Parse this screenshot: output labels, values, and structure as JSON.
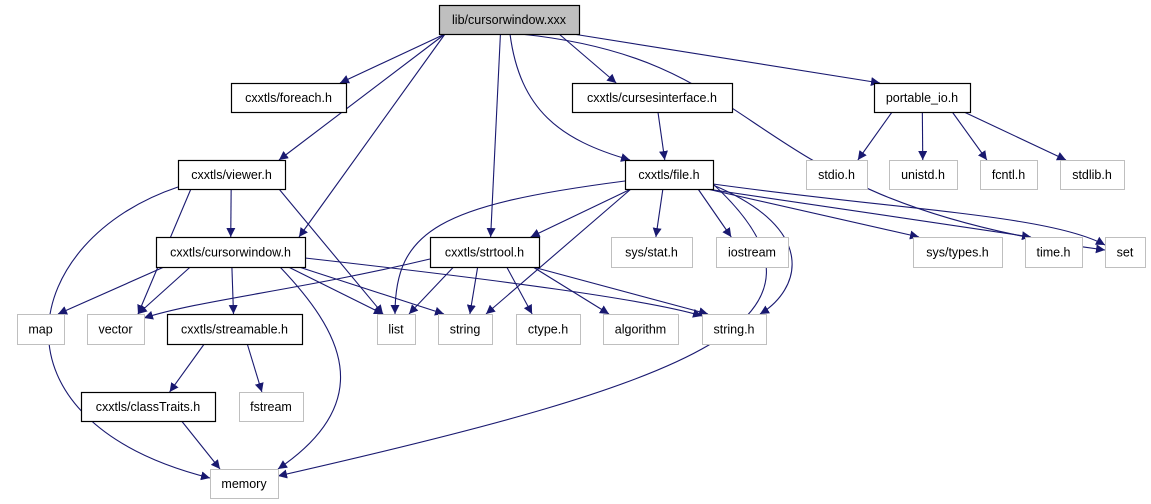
{
  "graph": {
    "edge_color": "#191970",
    "root_fill": "#bfbfbf",
    "external_border": "#bfbfbf",
    "documented_border": "#000000",
    "nodes": [
      {
        "id": "root",
        "label": "lib/cursorwindow.xxx",
        "kind": "root"
      },
      {
        "id": "foreach",
        "label": "cxxtls/foreach.h",
        "kind": "documented"
      },
      {
        "id": "cursesinterface",
        "label": "cxxtls/cursesinterface.h",
        "kind": "documented"
      },
      {
        "id": "portable_io",
        "label": "portable_io.h",
        "kind": "documented"
      },
      {
        "id": "viewer",
        "label": "cxxtls/viewer.h",
        "kind": "documented"
      },
      {
        "id": "file",
        "label": "cxxtls/file.h",
        "kind": "documented"
      },
      {
        "id": "stdio",
        "label": "stdio.h",
        "kind": "external"
      },
      {
        "id": "unistd",
        "label": "unistd.h",
        "kind": "external"
      },
      {
        "id": "fcntl",
        "label": "fcntl.h",
        "kind": "external"
      },
      {
        "id": "stdlib",
        "label": "stdlib.h",
        "kind": "external"
      },
      {
        "id": "cursorwindow_h",
        "label": "cxxtls/cursorwindow.h",
        "kind": "documented"
      },
      {
        "id": "strtool",
        "label": "cxxtls/strtool.h",
        "kind": "documented"
      },
      {
        "id": "sys_stat",
        "label": "sys/stat.h",
        "kind": "external"
      },
      {
        "id": "iostream",
        "label": "iostream",
        "kind": "external"
      },
      {
        "id": "sys_types",
        "label": "sys/types.h",
        "kind": "external"
      },
      {
        "id": "time_h",
        "label": "time.h",
        "kind": "external"
      },
      {
        "id": "set",
        "label": "set",
        "kind": "external"
      },
      {
        "id": "map",
        "label": "map",
        "kind": "external"
      },
      {
        "id": "vector",
        "label": "vector",
        "kind": "external"
      },
      {
        "id": "streamable",
        "label": "cxxtls/streamable.h",
        "kind": "documented"
      },
      {
        "id": "list",
        "label": "list",
        "kind": "external"
      },
      {
        "id": "string",
        "label": "string",
        "kind": "external"
      },
      {
        "id": "ctype",
        "label": "ctype.h",
        "kind": "external"
      },
      {
        "id": "algorithm",
        "label": "algorithm",
        "kind": "external"
      },
      {
        "id": "string_h",
        "label": "string.h",
        "kind": "external"
      },
      {
        "id": "classTraits",
        "label": "cxxtls/classTraits.h",
        "kind": "documented"
      },
      {
        "id": "fstream",
        "label": "fstream",
        "kind": "external"
      },
      {
        "id": "memory",
        "label": "memory",
        "kind": "external"
      }
    ],
    "edges": [
      [
        "root",
        "foreach"
      ],
      [
        "root",
        "viewer"
      ],
      [
        "root",
        "cursorwindow_h"
      ],
      [
        "root",
        "strtool"
      ],
      [
        "root",
        "file"
      ],
      [
        "root",
        "cursesinterface"
      ],
      [
        "root",
        "portable_io"
      ],
      [
        "root",
        "set"
      ],
      [
        "viewer",
        "memory"
      ],
      [
        "viewer",
        "vector"
      ],
      [
        "viewer",
        "cursorwindow_h"
      ],
      [
        "viewer",
        "list"
      ],
      [
        "cursorwindow_h",
        "map"
      ],
      [
        "cursorwindow_h",
        "vector"
      ],
      [
        "cursorwindow_h",
        "streamable"
      ],
      [
        "cursorwindow_h",
        "memory"
      ],
      [
        "cursorwindow_h",
        "list"
      ],
      [
        "cursorwindow_h",
        "string"
      ],
      [
        "cursorwindow_h",
        "string_h"
      ],
      [
        "strtool",
        "vector"
      ],
      [
        "strtool",
        "list"
      ],
      [
        "strtool",
        "string"
      ],
      [
        "strtool",
        "ctype"
      ],
      [
        "strtool",
        "algorithm"
      ],
      [
        "strtool",
        "string_h"
      ],
      [
        "file",
        "list"
      ],
      [
        "file",
        "strtool"
      ],
      [
        "file",
        "string"
      ],
      [
        "file",
        "sys_stat"
      ],
      [
        "file",
        "iostream"
      ],
      [
        "file",
        "string_h"
      ],
      [
        "file",
        "memory"
      ],
      [
        "file",
        "sys_types"
      ],
      [
        "file",
        "time_h"
      ],
      [
        "file",
        "set"
      ],
      [
        "cursesinterface",
        "file"
      ],
      [
        "portable_io",
        "stdio"
      ],
      [
        "portable_io",
        "unistd"
      ],
      [
        "portable_io",
        "fcntl"
      ],
      [
        "portable_io",
        "stdlib"
      ],
      [
        "streamable",
        "classTraits"
      ],
      [
        "streamable",
        "fstream"
      ],
      [
        "classTraits",
        "memory"
      ]
    ]
  }
}
